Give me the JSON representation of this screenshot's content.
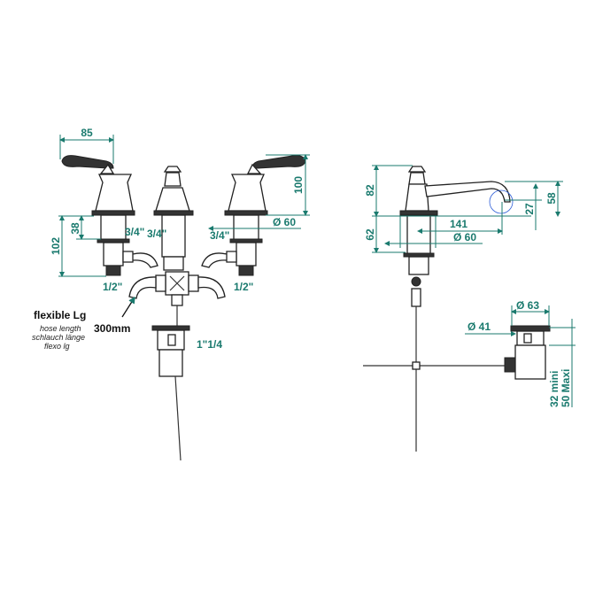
{
  "front_view": {
    "dim_width": "85",
    "dim_height": "100",
    "dim_diameter": "Ø 60",
    "dim_38": "38",
    "dim_102": "102",
    "thread_left": "3/4\"",
    "thread_center": "3/4\"",
    "thread_right": "3/4\"",
    "inlet_left": "1/2\"",
    "inlet_right": "1/2\"",
    "hose_title": "flexible Lg",
    "hose_en": "hose length",
    "hose_de": "schlauch länge",
    "hose_fr": "flexo lg",
    "hose_length": "300mm",
    "waste_thread": "1\"1/4"
  },
  "side_view": {
    "dim_82": "82",
    "dim_62": "62",
    "dim_141": "141",
    "dim_diameter": "Ø 60",
    "dim_27": "27",
    "dim_58": "58",
    "waste_d63": "Ø 63",
    "waste_d41": "Ø 41",
    "waste_min": "32 mini",
    "waste_max": "50 Maxi"
  }
}
